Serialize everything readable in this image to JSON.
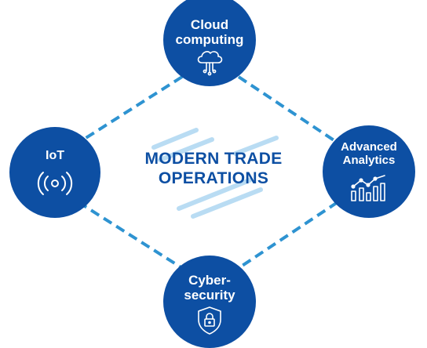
{
  "center": {
    "line1": "MODERN TRADE",
    "line2": "OPERATIONS"
  },
  "nodes": {
    "cloud": {
      "line1": "Cloud",
      "line2": "computing",
      "icon": "cloud-computing-icon"
    },
    "iot": {
      "line1": "IoT",
      "icon": "wireless-signal-icon"
    },
    "analytics": {
      "line1": "Advanced",
      "line2": "Analytics",
      "icon": "bar-chart-trend-icon"
    },
    "cyber": {
      "line1": "Cyber-",
      "line2": "security",
      "icon": "shield-lock-icon"
    }
  },
  "colors": {
    "node_fill": "#0d4fa3",
    "connector": "#2e93d1",
    "title": "#0d4fa3",
    "watermark": "#8cc6ec"
  }
}
